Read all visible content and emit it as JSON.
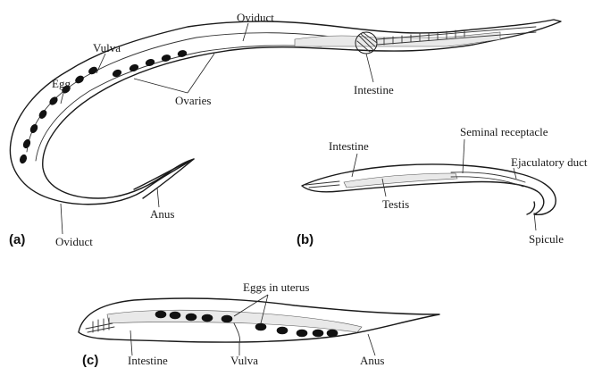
{
  "panels": {
    "a": {
      "panel_label": "(a)",
      "labels": {
        "oviduct_top": "Oviduct",
        "vulva": "Vulva",
        "egg": "Egg",
        "ovaries": "Ovaries",
        "intestine": "Intestine",
        "anus": "Anus",
        "oviduct_bottom": "Oviduct"
      }
    },
    "b": {
      "panel_label": "(b)",
      "labels": {
        "intestine": "Intestine",
        "seminal_receptacle": "Seminal receptacle",
        "ejaculatory_duct": "Ejaculatory duct",
        "testis": "Testis",
        "spicule": "Spicule"
      }
    },
    "c": {
      "panel_label": "(c)",
      "labels": {
        "eggs_in_uterus": "Eggs in uterus",
        "intestine": "Intestine",
        "vulva": "Vulva",
        "anus": "Anus"
      }
    }
  }
}
